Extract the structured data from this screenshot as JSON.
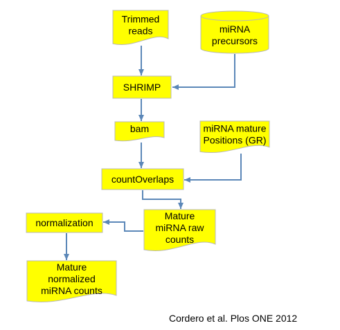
{
  "colors": {
    "node_fill": "#ffff00",
    "node_stroke": "#b8b8b8",
    "arrow": "#5b87b8"
  },
  "nodes": {
    "trimmed_reads": {
      "lines": [
        "Trimmed",
        "reads"
      ],
      "shape": "document"
    },
    "mirna_precursors": {
      "lines": [
        "miRNA",
        "precursors"
      ],
      "shape": "cylinder"
    },
    "shrimp": {
      "lines": [
        "SHRIMP"
      ],
      "shape": "rectangle"
    },
    "bam": {
      "lines": [
        "bam"
      ],
      "shape": "document"
    },
    "mirna_mature_positions": {
      "lines": [
        "miRNA mature",
        "Positions (GR)"
      ],
      "shape": "document"
    },
    "count_overlaps": {
      "lines": [
        "countOverlaps"
      ],
      "shape": "rectangle"
    },
    "mature_raw_counts": {
      "lines": [
        "Mature",
        "miRNA raw",
        "counts"
      ],
      "shape": "document"
    },
    "normalization": {
      "lines": [
        "normalization"
      ],
      "shape": "rectangle"
    },
    "mature_normalized_counts": {
      "lines": [
        "Mature",
        "normalized",
        "miRNA counts"
      ],
      "shape": "document"
    }
  },
  "edges": [
    {
      "from": "trimmed_reads",
      "to": "shrimp"
    },
    {
      "from": "mirna_precursors",
      "to": "shrimp"
    },
    {
      "from": "shrimp",
      "to": "bam"
    },
    {
      "from": "bam",
      "to": "count_overlaps"
    },
    {
      "from": "mirna_mature_positions",
      "to": "count_overlaps"
    },
    {
      "from": "count_overlaps",
      "to": "mature_raw_counts"
    },
    {
      "from": "mature_raw_counts",
      "to": "normalization"
    },
    {
      "from": "normalization",
      "to": "mature_normalized_counts"
    }
  ],
  "caption": "Cordero et al. Plos ONE 2012"
}
